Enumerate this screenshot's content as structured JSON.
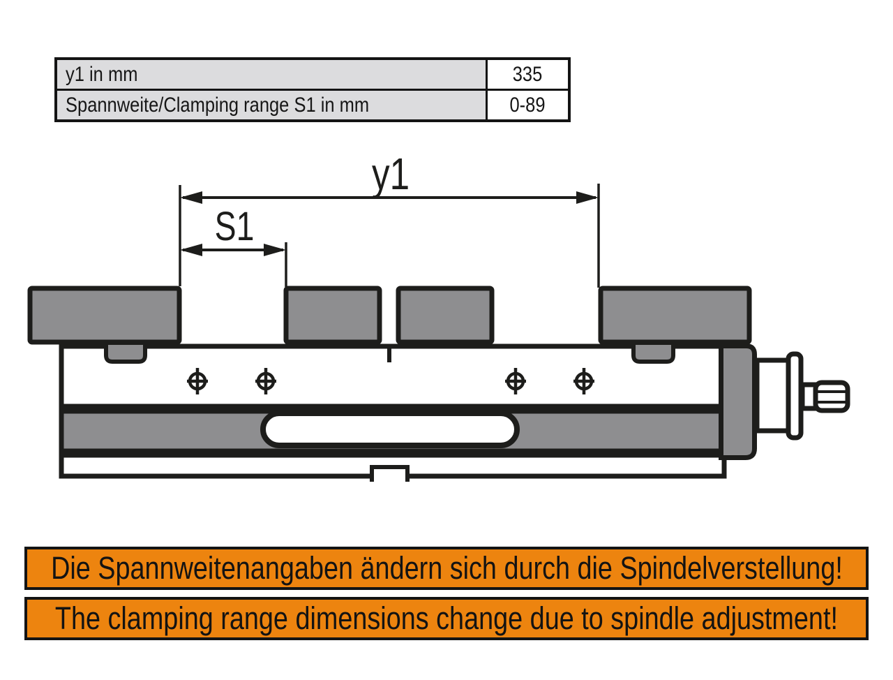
{
  "spec_table": {
    "rows": [
      {
        "label": "y1 in mm",
        "value": "335"
      },
      {
        "label": "Spannweite/Clamping range S1 in mm",
        "value": "0-89"
      }
    ]
  },
  "diagram": {
    "type": "technical-drawing",
    "subject": "machine-vise-side-view",
    "dim_y1_label": "y1",
    "dim_s1_label": "S1"
  },
  "warnings": {
    "de": "Die Spannweitenangaben ändern sich durch die Spindelverstellung!",
    "en": "The clamping range dimensions change due to spindle adjustment!"
  },
  "colors": {
    "line_black": "#1d1d1b",
    "metal_gray": "#8e8e90",
    "table_row_gray": "#dcdcde",
    "warning_orange": "#ed840f"
  }
}
